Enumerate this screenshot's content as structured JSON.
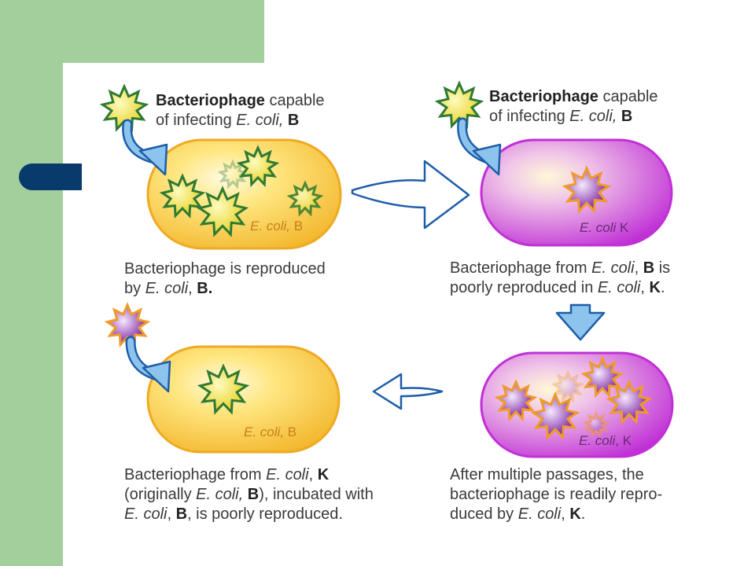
{
  "colors": {
    "green_band": "#a3cf9c",
    "navy_tab": "#083a6b",
    "ecoli_b_fill": "#f5c233",
    "ecoli_b_label": "#c8801a",
    "ecoli_k_fill": "#c438d8",
    "ecoli_k_label": "#6a2a78",
    "phage_b_fill": "#f2e22a",
    "phage_b_outline": "#2f7a35",
    "phage_k_fill": "#9030b0",
    "phage_k_outline": "#ef9a2a",
    "arrow_blue": "#8cc4ee",
    "arrow_outline": "#1e5da8"
  },
  "panels": {
    "top_left": {
      "phage_label": {
        "bold": "Bacteriophage",
        "rest": " capable",
        "line2_pre": "of infecting ",
        "italic": "E. coli,",
        "bold2": " B"
      },
      "cell_label": {
        "italic": "E. coli,",
        "plain": " B"
      },
      "caption": {
        "line1": "Bacteriophage is reproduced",
        "line2_pre": "by ",
        "line2_italic": "E. coli",
        "line2_mid": ", ",
        "line2_bold": "B."
      }
    },
    "top_right": {
      "phage_label": {
        "bold": "Bacteriophage",
        "rest": " capable",
        "line2_pre": "of infecting ",
        "italic": "E. coli,",
        "bold2": " B"
      },
      "cell_label": {
        "italic": "E. coli",
        "plain": " K"
      },
      "caption": {
        "line1_pre": "Bacteriophage from ",
        "line1_italic": "E. coli",
        "line1_mid": ", ",
        "line1_bold": "B",
        "line1_post": " is",
        "line2_pre": "poorly reproduced in ",
        "line2_italic": "E. coli",
        "line2_mid": ", ",
        "line2_bold": "K",
        "line2_post": "."
      }
    },
    "bottom_right": {
      "cell_label": {
        "italic": "E. coli",
        "plain": ", K"
      },
      "caption": {
        "line1": "After multiple passages, the",
        "line2": "bacteriophage is readily repro-",
        "line3_pre": "duced by ",
        "line3_italic": "E. coli",
        "line3_mid": ", ",
        "line3_bold": "K",
        "line3_post": "."
      }
    },
    "bottom_left": {
      "cell_label": {
        "italic": "E. coli,",
        "plain": " B"
      },
      "caption": {
        "line1_pre": "Bacteriophage from ",
        "line1_italic": "E. coli",
        "line1_mid": ", ",
        "line1_bold": "K",
        "line2_pre": "(originally ",
        "line2_italic": "E. coli,",
        "line2_bold": " B",
        "line2_post": "), incubated with",
        "line3_italic": "E. coli",
        "line3_mid": ", ",
        "line3_bold": "B",
        "line3_post": ", is poorly reproduced."
      }
    }
  },
  "icons": {
    "phage_b": "green-yellow-star",
    "phage_k": "purple-orange-star",
    "process_arrow": "blue-outlined-arrow"
  }
}
